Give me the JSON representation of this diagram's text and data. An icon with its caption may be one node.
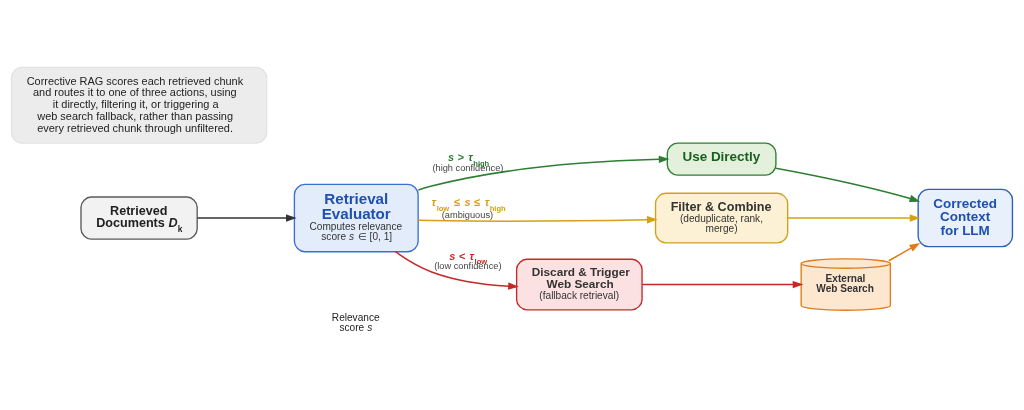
{
  "diagram": {
    "nodes": [
      {
        "text": [
          "Corrective RAG scores each retrieved chunk and routes it to one of three actions, using it directly, filtering it, or triggering a web search fallback, rather than passing every retrieved chunk through unfiltered."
        ]
      },
      {
        "text": [
          "Retrieved Documents *D*$_{k}$"
        ]
      },
      {
        "text": [
          "Retrieval Evaluator",
          "Computes relevance score *s* ∈ [0, 1]"
        ]
      },
      {
        "text": [
          "Use Directly"
        ]
      },
      {
        "text": [
          "Filter & Combine",
          "(deduplicate, rank, merge)"
        ]
      },
      {
        "text": [
          "Discard & Trigger Web Search",
          "(fallback retrieval)"
        ]
      },
      {
        "text": [
          "External Web Search"
        ]
      },
      {
        "text": [
          "Corrected Context for LLM"
        ]
      }
    ],
    "edges": [
      {
        "from": 1,
        "to": 2,
        "arrow": "to"
      },
      {
        "from": 2,
        "to": 3,
        "arrow": "to",
        "label": "*s* > *τ*$_{high}$ (high confidence)",
        "color": "#2e7d32"
      },
      {
        "from": 2,
        "to": 4,
        "arrow": "to",
        "label": "*τ*$_{low}$ ≤ *s* ≤ *τ*$_{high}$ (ambiguous)",
        "color": "#d4a017"
      },
      {
        "from": 2,
        "to": 5,
        "arrow": "to",
        "label": "*s* < *τ*$_{low}$ (low confidence)",
        "color": "#c62828"
      },
      {
        "from": 3,
        "to": 7,
        "arrow": "to",
        "color": "#2e7d32"
      },
      {
        "from": 4,
        "to": 7,
        "arrow": "to",
        "color": "#d4a017"
      },
      {
        "from": 5,
        "to": 6,
        "arrow": "to",
        "color": "#c62828"
      },
      {
        "from": 6,
        "to": 7,
        "arrow": "to",
        "color": "#e07b1a"
      }
    ],
    "labels": [
      "Relevance score *s*"
    ]
  }
}
